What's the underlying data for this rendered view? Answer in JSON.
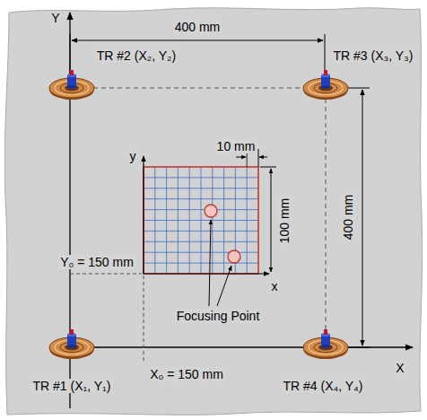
{
  "diagram": {
    "labels": [
      "400 mm",
      "TR #2 (X₂, Y₂)",
      "TR #3 (X₃, Y₃)",
      "Y",
      "y",
      "10 mm",
      "100 mm",
      "400 mm",
      "x",
      "Y₀ = 150 mm",
      "Focusing Point",
      "X₀ = 150 mm",
      "X",
      "TR #1 (X₁, Y₁)",
      "TR #4 (X₄, Y₄)"
    ]
  }
}
